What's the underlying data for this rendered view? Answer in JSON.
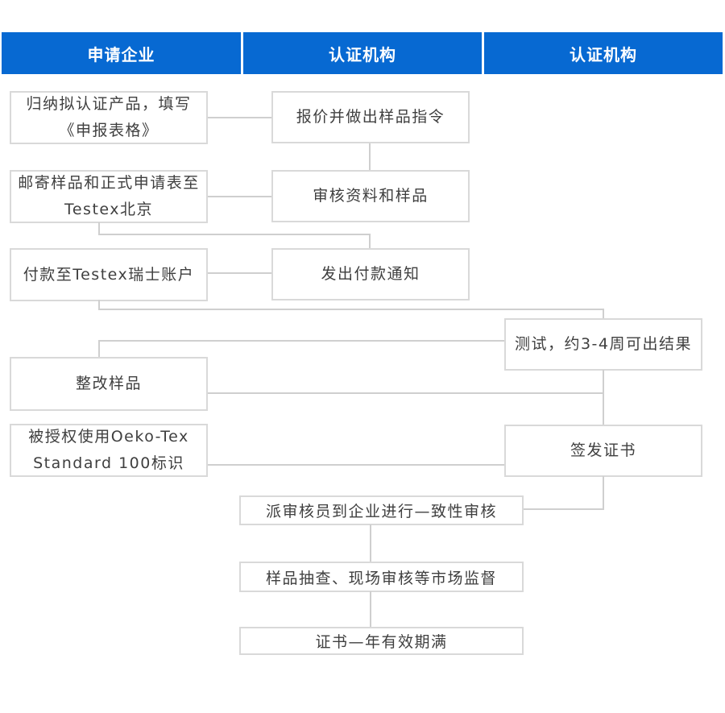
{
  "header": {
    "columns": [
      {
        "label": "申请企业"
      },
      {
        "label": "认证机构"
      },
      {
        "label": "认证机构"
      }
    ]
  },
  "nodes": {
    "summarize_products": {
      "text": "归纳拟认证产品，填写\n《申报表格》"
    },
    "mail_samples": {
      "text": "邮寄样品和正式申请表至\nTestex北京"
    },
    "payment": {
      "text": "付款至Testex瑞士账户"
    },
    "rectify_samples": {
      "text": "整改样品"
    },
    "authorized_label": {
      "text": "被授权使用Oeko-Tex\nStandard 100标识"
    },
    "quotation": {
      "text": "报价并做出样品指令"
    },
    "review_documents": {
      "text": "审核资料和样品"
    },
    "payment_notice": {
      "text": "发出付款通知"
    },
    "testing": {
      "text": "测试，约3-4周可出结果"
    },
    "issue_certificate": {
      "text": "签发证书"
    },
    "consistency_audit": {
      "text": "派审核员到企业进行—致性审核"
    },
    "market_supervision": {
      "text": "样品抽查、现场审核等市场监督"
    },
    "certificate_expiry": {
      "text": "证书—年有效期满"
    }
  },
  "colors": {
    "header_bg": "#0769d2",
    "header_text": "#ffffff",
    "box_border": "#d9d9d9",
    "connector": "#cfcfcf",
    "box_text": "#3f3f3f",
    "background": "#ffffff"
  }
}
